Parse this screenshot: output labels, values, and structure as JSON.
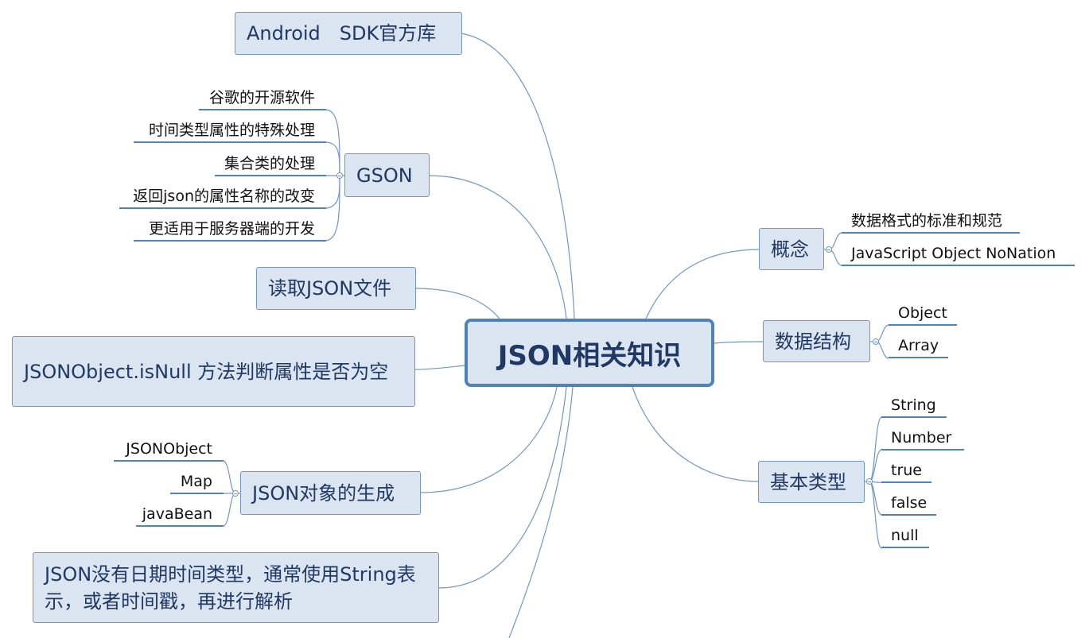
{
  "root": {
    "label": "JSON相关知识"
  },
  "left_branches": {
    "android_sdk": {
      "label": "Android　SDK官方库"
    },
    "gson": {
      "label": "GSON",
      "children": [
        "谷歌的开源软件",
        "时间类型属性的特殊处理",
        "集合类的处理",
        "返回json的属性名称的改变",
        "更适用于服务器端的开发"
      ]
    },
    "read_json_file": {
      "label": "读取JSON文件"
    },
    "isnull": {
      "label": "JSONObject.isNull  方法判断属性是否为空"
    },
    "json_object_gen": {
      "label": "JSON对象的生成",
      "children": [
        "JSONObject",
        "Map",
        "javaBean"
      ]
    },
    "date_time": {
      "label": "JSON没有日期时间类型，通常使用String表示，或者时间戳，再进行解析"
    }
  },
  "right_branches": {
    "concept": {
      "label": "概念",
      "children": [
        "数据格式的标准和规范",
        "JavaScript  Object NoNation"
      ]
    },
    "data_structure": {
      "label": "数据结构",
      "children": [
        "Object",
        "Array"
      ]
    },
    "basic_types": {
      "label": "基本类型",
      "children": [
        "String",
        "Number",
        "true",
        "false",
        "null"
      ]
    }
  }
}
